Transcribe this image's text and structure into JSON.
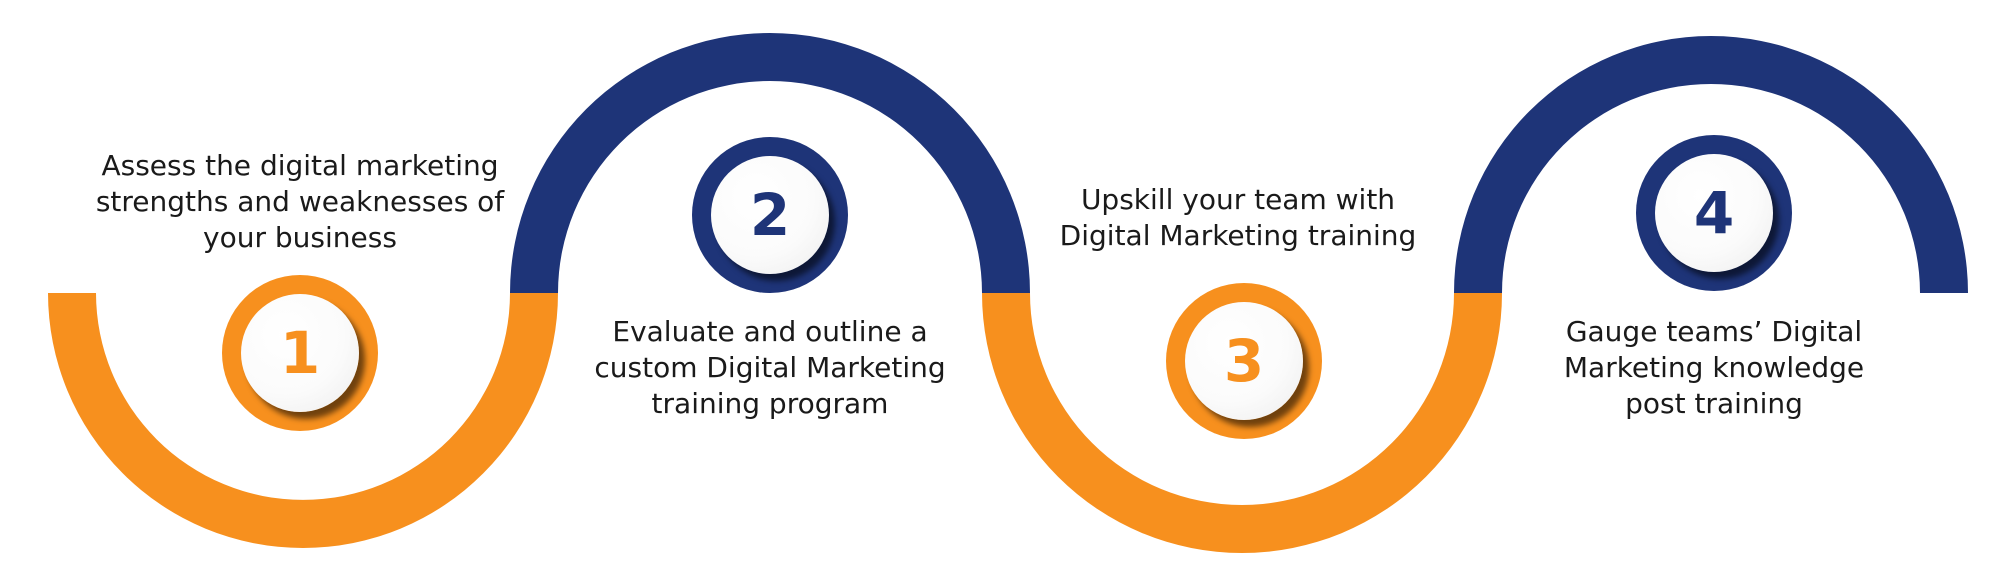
{
  "colors": {
    "orange": "#f7901e",
    "navy": "#1e3478",
    "text": "#1a1a1a",
    "background": "#ffffff"
  },
  "steps": [
    {
      "number": "1",
      "color": "orange",
      "text_lines": [
        "Assess the digital marketing",
        "strengths and weaknesses of",
        "your business"
      ]
    },
    {
      "number": "2",
      "color": "navy",
      "text_lines": [
        "Evaluate and outline a",
        "custom Digital Marketing",
        "training program"
      ]
    },
    {
      "number": "3",
      "color": "orange",
      "text_lines": [
        "Upskill your team with",
        "Digital Marketing training"
      ]
    },
    {
      "number": "4",
      "color": "navy",
      "text_lines": [
        "Gauge teams’ Digital",
        "Marketing knowledge",
        "post training"
      ]
    }
  ]
}
